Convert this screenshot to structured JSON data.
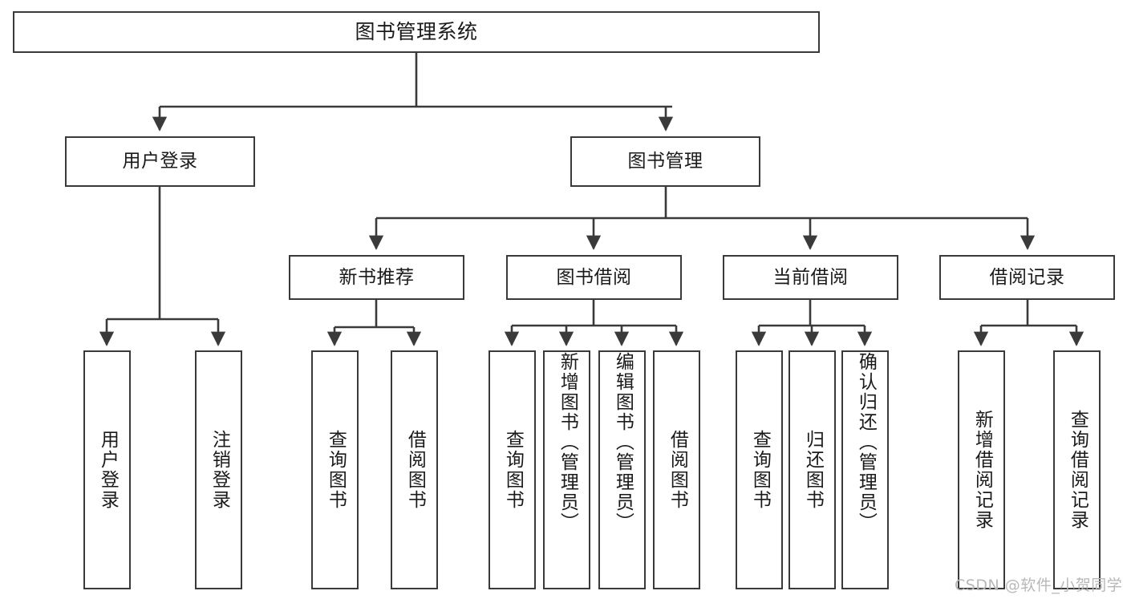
{
  "diagram": {
    "title": "图书管理系统",
    "root": {
      "label": "图书管理系统"
    },
    "level2": [
      {
        "label": "用户登录"
      },
      {
        "label": "图书管理"
      }
    ],
    "level3": [
      {
        "label": "新书推荐"
      },
      {
        "label": "图书借阅"
      },
      {
        "label": "当前借阅"
      },
      {
        "label": "借阅记录"
      }
    ],
    "leaves": {
      "user_login": [
        {
          "label": "用户登录"
        },
        {
          "label": "注销登录"
        }
      ],
      "new_book_recommend": [
        {
          "label": "查询图书"
        },
        {
          "label": "借阅图书"
        }
      ],
      "book_borrow": [
        {
          "label": "查询图书"
        },
        {
          "label": "新增图书（管理员）"
        },
        {
          "label": "编辑图书（管理员）"
        },
        {
          "label": "借阅图书"
        }
      ],
      "current_borrow": [
        {
          "label": "查询图书"
        },
        {
          "label": "归还图书"
        },
        {
          "label": "确认归还（管理员）"
        }
      ],
      "borrow_record": [
        {
          "label": "新增借阅记录"
        },
        {
          "label": "查询借阅记录"
        }
      ]
    }
  },
  "watermark": {
    "text": "CSDN @软件_小贺同学"
  },
  "colors": {
    "stroke": "#3a3a3a",
    "background": "#ffffff",
    "text": "#1a1a1a",
    "watermark": "#b8b8b8"
  }
}
